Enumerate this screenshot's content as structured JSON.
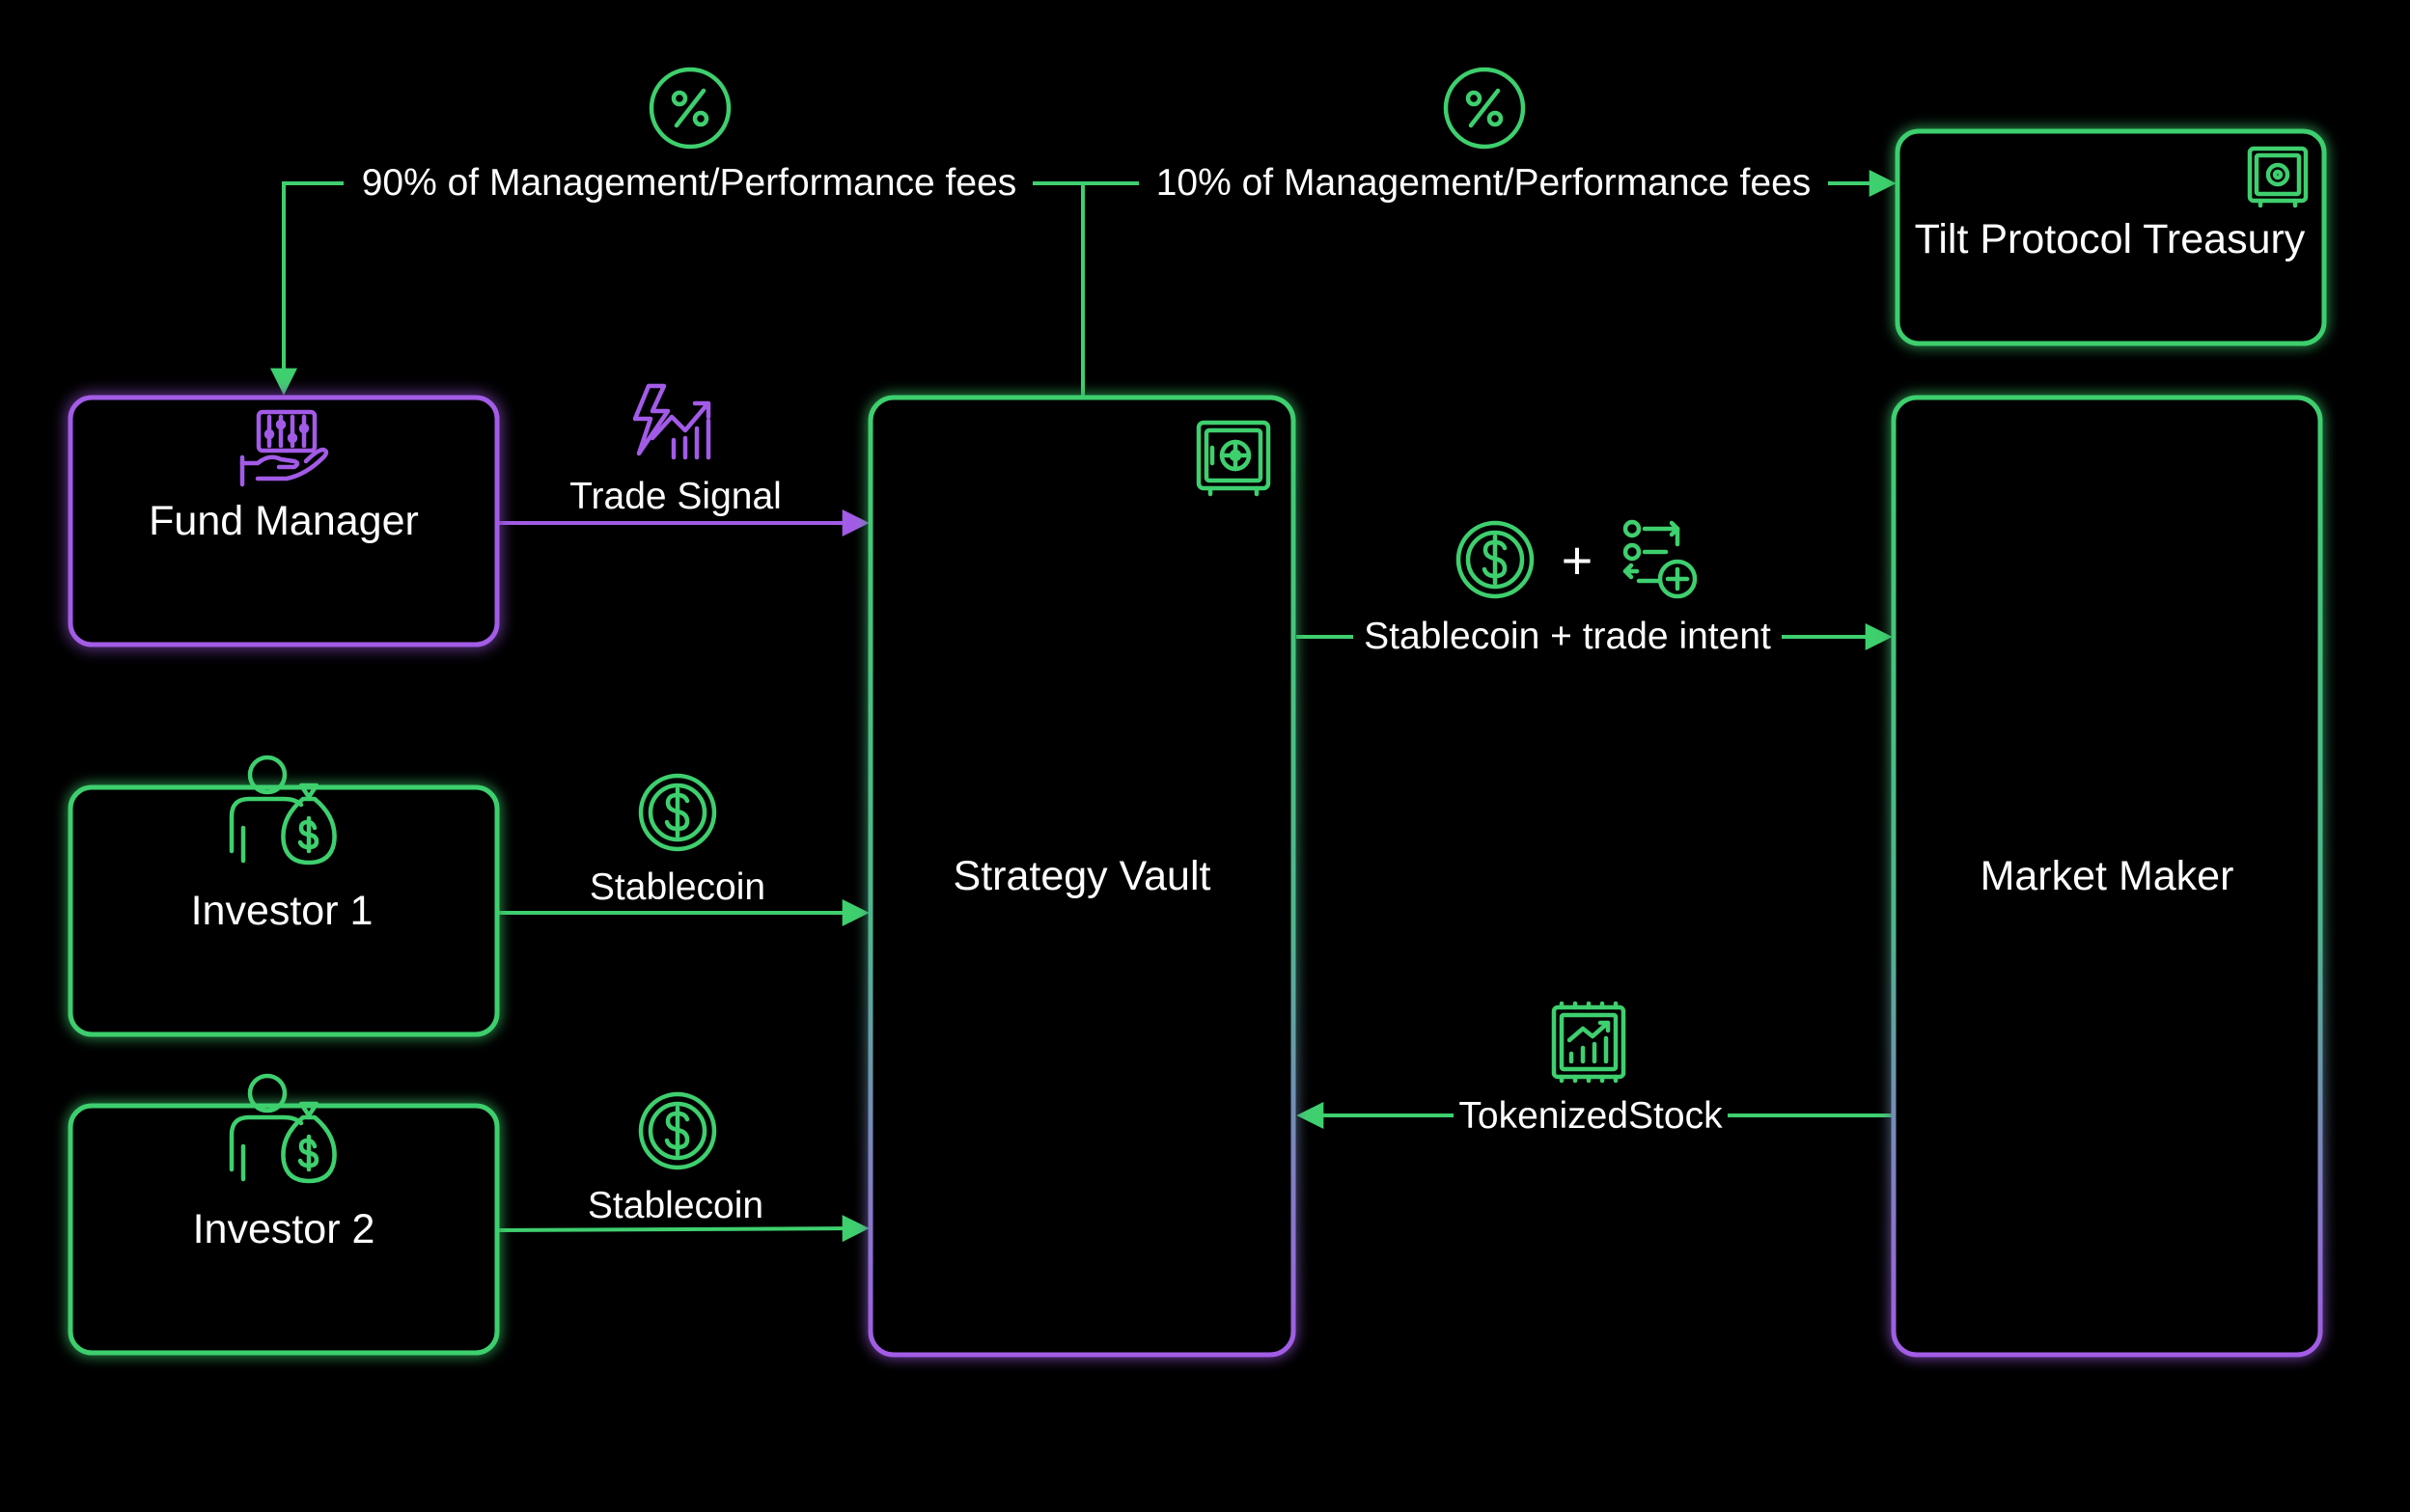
{
  "colors": {
    "background": "#000000",
    "green": "#3ecf6e",
    "purple": "#a25be6",
    "text": "#ffffff"
  },
  "nodes": {
    "fund_manager": "Fund Manager",
    "investor_1": "Investor 1",
    "investor_2": "Investor 2",
    "strategy_vault": "Strategy Vault",
    "market_maker": "Market Maker",
    "treasury": "Tilt Protocol Treasury"
  },
  "edges": {
    "fee_to_manager": "90% of Management/Performance fees",
    "fee_to_treasury": "10% of Management/Performance fees",
    "trade_signal": "Trade Signal",
    "stablecoin_1": "Stablecoin",
    "stablecoin_2": "Stablecoin",
    "stablecoin_trade_intent": "Stablecoin + trade intent",
    "tokenized_stock": "TokenizedStock"
  },
  "symbols": {
    "plus": "+"
  },
  "icons": [
    "percent-icon",
    "safe-icon",
    "hand-sliders-icon",
    "lightning-chart-icon",
    "dollar-coin-icon",
    "list-add-icon",
    "person-moneybag-icon",
    "stock-chart-icon"
  ]
}
